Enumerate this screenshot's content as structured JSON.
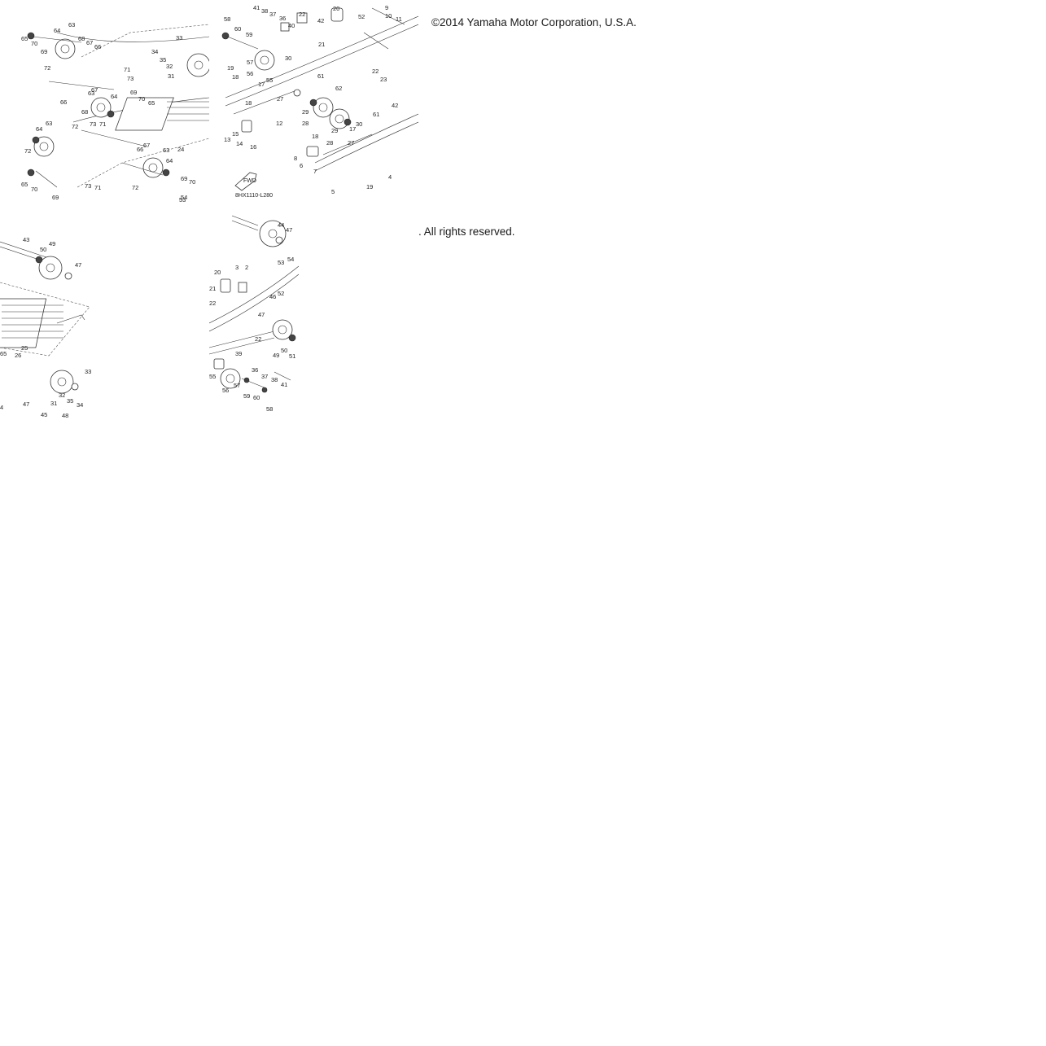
{
  "copyright": {
    "line1": "©2014 Yamaha Motor Corporation, U.S.A.",
    "line2": ". All rights reserved."
  },
  "diagram": {
    "code": "8HX1110-L280",
    "fwd_label": "FWD",
    "tiles": {
      "tl": {
        "labels": [
          "63",
          "64",
          "65",
          "70",
          "69",
          "68",
          "67",
          "66",
          "72",
          "71",
          "73",
          "33",
          "34",
          "35",
          "32",
          "31",
          "66",
          "67",
          "63",
          "64",
          "69",
          "70",
          "65",
          "72",
          "73",
          "71",
          "68",
          "67",
          "66",
          "64",
          "63",
          "72",
          "70",
          "65",
          "69",
          "73",
          "71",
          "72",
          "24",
          "69",
          "70",
          "63",
          "64",
          "53",
          "54"
        ]
      },
      "tc": {
        "labels": [
          "41",
          "38",
          "37",
          "36",
          "40",
          "22",
          "42",
          "20",
          "9",
          "10",
          "11",
          "52",
          "58",
          "60",
          "59",
          "57",
          "56",
          "19",
          "18",
          "17",
          "55",
          "30",
          "61",
          "22",
          "23",
          "18",
          "27",
          "12",
          "62",
          "29",
          "28",
          "61",
          "30",
          "42",
          "17",
          "29",
          "28",
          "27",
          "15",
          "14",
          "13",
          "16",
          "18",
          "8",
          "6",
          "7",
          "4",
          "19",
          "5",
          "21"
        ]
      },
      "bl": {
        "labels": [
          "43",
          "49",
          "50",
          "47",
          "25",
          "26",
          "65",
          "33",
          "32",
          "35",
          "34",
          "31",
          "47",
          "45",
          "48",
          "4"
        ]
      },
      "bc": {
        "labels": [
          "44",
          "47",
          "53",
          "54",
          "3",
          "2",
          "20",
          "21",
          "52",
          "22",
          "47",
          "46",
          "22",
          "39",
          "50",
          "51",
          "49",
          "36",
          "37",
          "38",
          "41",
          "55",
          "57",
          "56",
          "59",
          "60",
          "58"
        ]
      }
    }
  }
}
